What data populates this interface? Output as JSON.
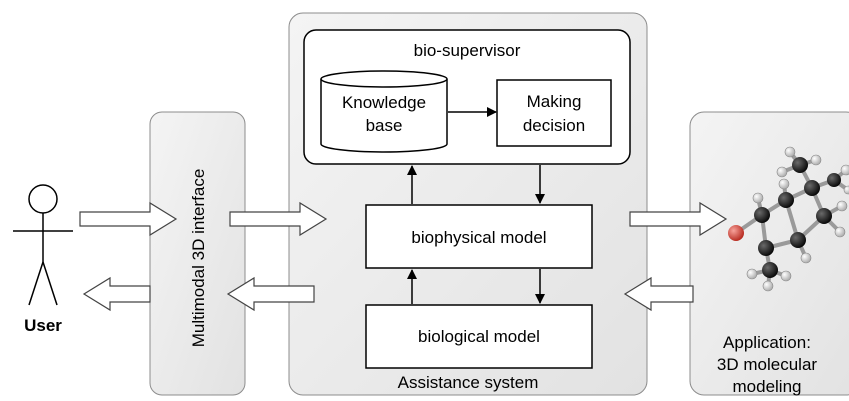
{
  "user": {
    "label": "User"
  },
  "interface": {
    "label": "Multimodal 3D interface"
  },
  "assistance_system": {
    "label": "Assistance system",
    "bio_supervisor": {
      "label": "bio-supervisor",
      "knowledge_base": {
        "line1": "Knowledge",
        "line2": "base"
      },
      "making_decision": {
        "line1": "Making",
        "line2": "decision"
      }
    },
    "biophysical_model": {
      "label": "biophysical model"
    },
    "biological_model": {
      "label": "biological model"
    }
  },
  "application": {
    "line1": "Application:",
    "line2": "3D molecular",
    "line3": "modeling"
  },
  "colors": {
    "panel_fill": "#ececec",
    "panel_stroke": "#8c8c8c",
    "box_stroke": "#000000",
    "atom_carbon": "#111111",
    "atom_hydrogen": "#dcdcdc",
    "atom_oxygen": "#d4443a"
  }
}
